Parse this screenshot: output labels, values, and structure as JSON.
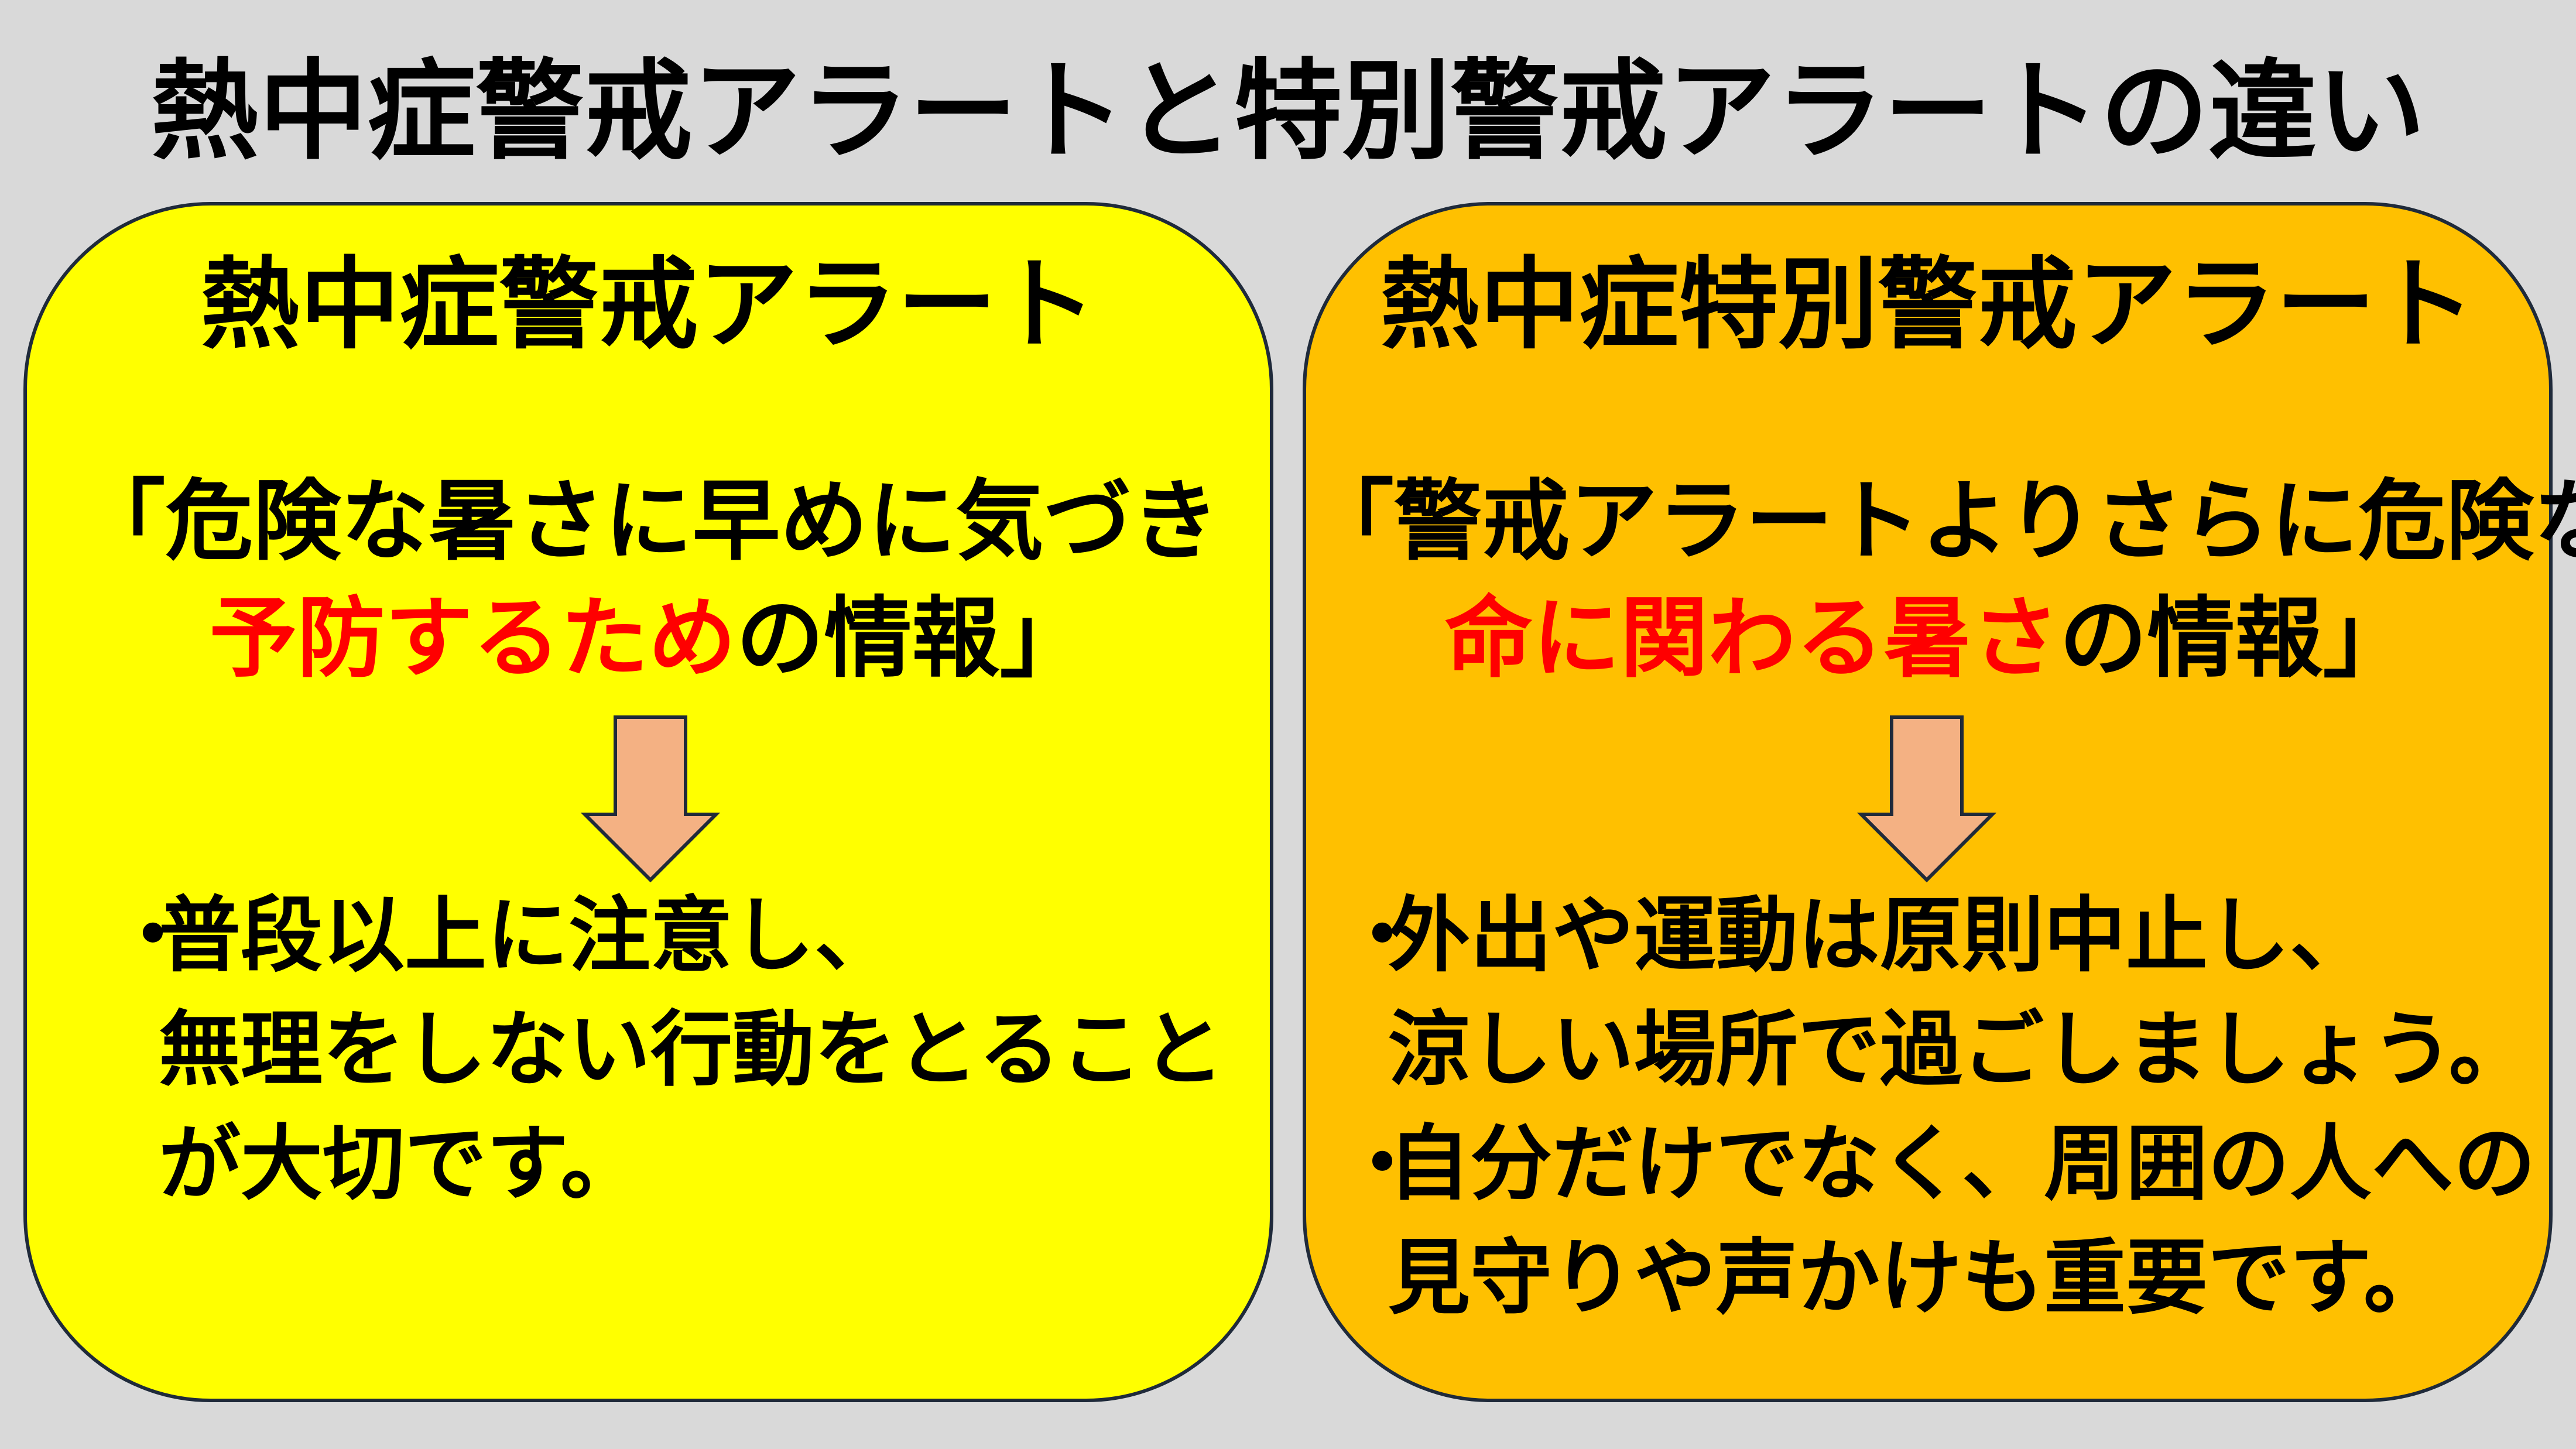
{
  "title": "熱中症警戒アラートと特別警戒アラートの違い",
  "colors": {
    "background": "#d9d9d9",
    "left_panel": "#ffff00",
    "right_panel": "#ffc000",
    "emphasis": "#ff0000",
    "arrow_fill": "#f4b183",
    "arrow_stroke": "#1f2a3a"
  },
  "left": {
    "heading": "熱中症警戒アラート",
    "quote_line1": "「危険な暑さに早めに気づき",
    "quote_line2_red": "予防するため",
    "quote_line2_rest": "の情報」",
    "bullet_mark": "・",
    "bullet1_lines": [
      "普段以上に注意し、",
      "無理をしない行動をとること",
      "が大切です。"
    ]
  },
  "right": {
    "heading": "熱中症特別警戒アラート",
    "quote_line1": "「警戒アラートよりさらに危険な",
    "quote_line2_red": "命に関わる暑さ",
    "quote_line2_rest": "の情報」",
    "bullet_mark": "・",
    "bullet1_lines": [
      "外出や運動は原則中止し、",
      "涼しい場所で過ごしましょう。"
    ],
    "bullet2_lines": [
      "自分だけでなく、周囲の人への",
      "見守りや声かけも重要です。"
    ]
  }
}
